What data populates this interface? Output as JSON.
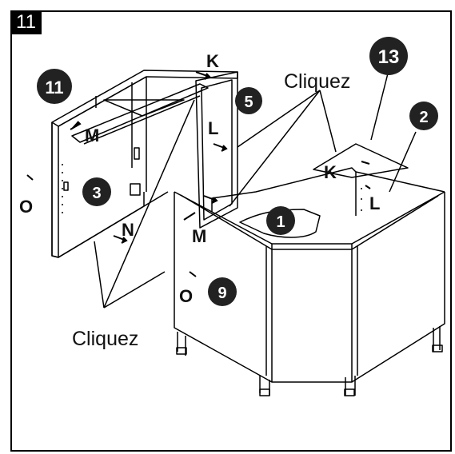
{
  "step_number": "11",
  "callouts": {
    "cliquez_top": "Cliquez",
    "cliquez_bottom": "Cliquez"
  },
  "parts": {
    "p1": "1",
    "p2": "2",
    "p3": "3",
    "p5": "5",
    "p9": "9",
    "p11": "11",
    "p13": "13"
  },
  "letters": {
    "K1": "K",
    "K2": "K",
    "L1": "L",
    "L2": "L",
    "M1": "M",
    "M2": "M",
    "N": "N",
    "O1": "O",
    "O2": "O"
  },
  "colors": {
    "line": "#000000",
    "panel": "#ffffff",
    "badge": "#222222"
  }
}
